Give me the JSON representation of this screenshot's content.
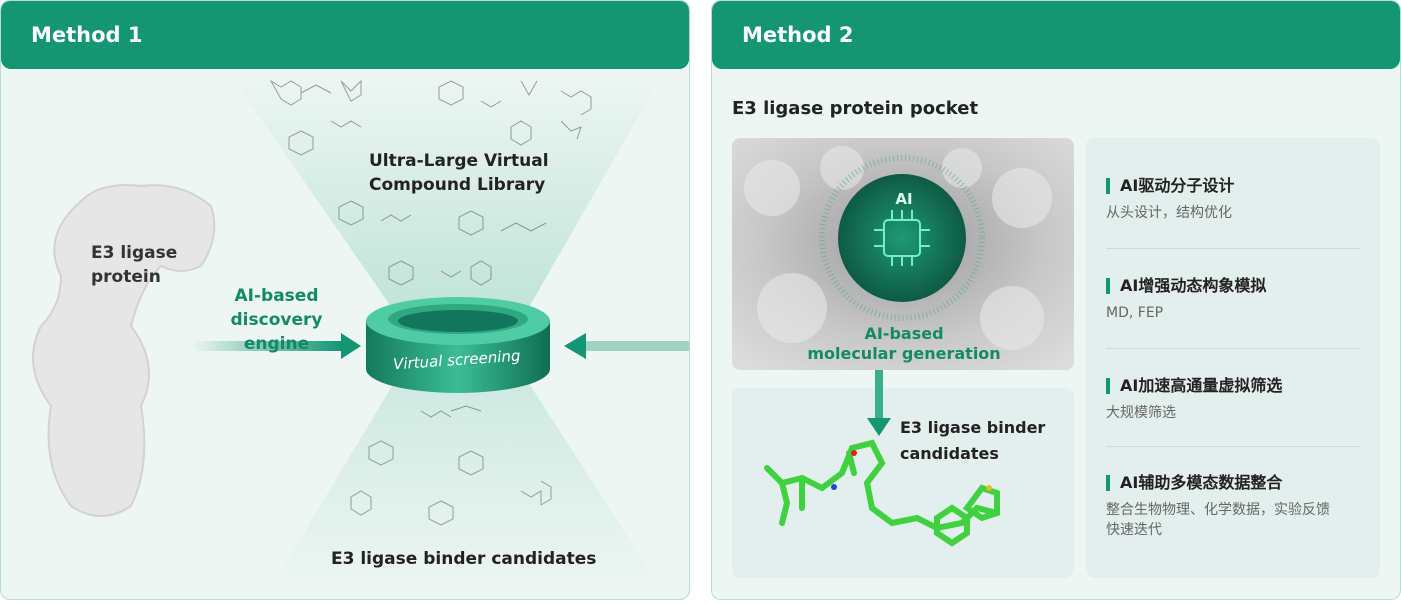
{
  "method1": {
    "title": "Method 1",
    "library_label_1": "Ultra-Large Virtual",
    "library_label_2": "Compound Library",
    "protein_label_1": "E3 ligase",
    "protein_label_2": "protein",
    "engine_label_1": "AI-based",
    "engine_label_2": "discovery engine",
    "screening_label": "Virtual screening",
    "candidates_label": "E3 ligase binder candidates"
  },
  "method2": {
    "title": "Method 2",
    "pocket_label": "E3 ligase protein pocket",
    "chip_label": "AI",
    "generation_label_1": "AI-based",
    "generation_label_2": "molecular generation",
    "candidates_label_1": "E3 ligase binder",
    "candidates_label_2": "candidates",
    "features": [
      {
        "title": "AI驱动分子设计",
        "desc": "从头设计，结构优化"
      },
      {
        "title": "AI增强动态构象模拟",
        "desc": "MD, FEP"
      },
      {
        "title": "AI加速高通量虚拟筛选",
        "desc": "大规模筛选"
      },
      {
        "title": "AI辅助多模态数据整合",
        "desc": "整合生物物理、化学数据，实验反馈快速迭代"
      }
    ]
  },
  "colors": {
    "brand": "#149672",
    "panel_bg": "#eef6f3"
  }
}
